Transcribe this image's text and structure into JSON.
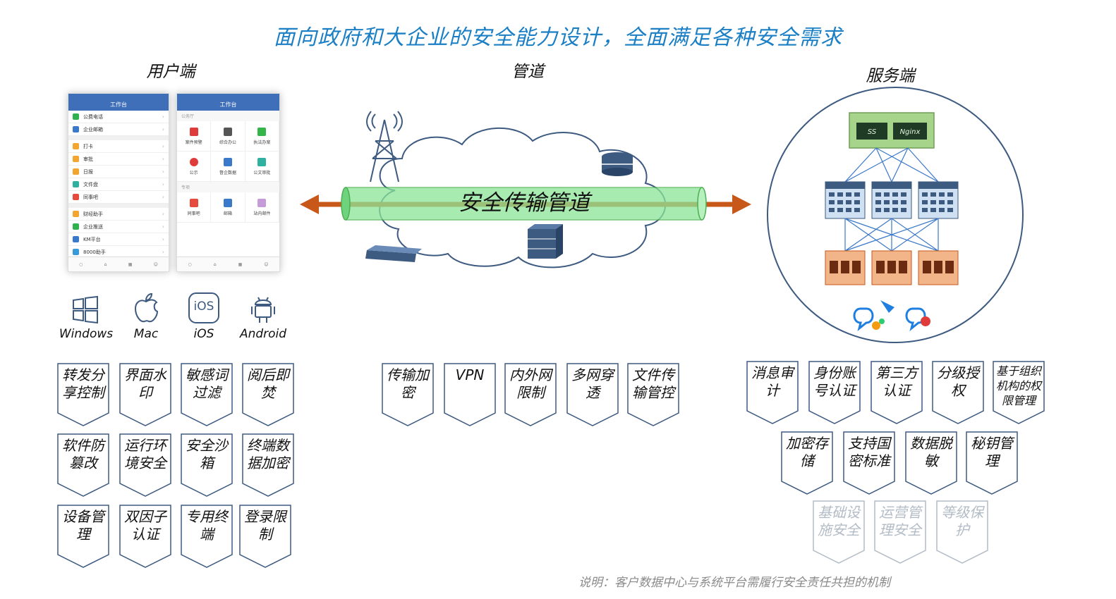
{
  "title": "面向政府和大企业的安全能力设计，全面满足各种安全需求",
  "sections": {
    "client": "用户端",
    "pipe": "管道",
    "server": "服务端"
  },
  "pipe_label": "安全传输管道",
  "phone_left": {
    "title": "工作台",
    "items": [
      "公费电话",
      "企业邮箱",
      "打卡",
      "审批",
      "日报",
      "文件盘",
      "同事吧",
      "财经助手",
      "企业推送",
      "KM平台",
      "8000助手"
    ]
  },
  "phone_right": {
    "title": "工作台",
    "section1": "公务厅",
    "cells1": [
      "案件预警",
      "综合办公",
      "执法办案",
      "公示",
      "督企数据",
      "公文审批"
    ],
    "section2": "专项",
    "cells2": [
      "同事吧",
      "邮箱",
      "站内邮件"
    ]
  },
  "os": [
    "Windows",
    "Mac",
    "iOS",
    "Android"
  ],
  "ios_badge": "iOS",
  "server_labels": {
    "lb1": "SS",
    "lb2": "Nginx"
  },
  "client_shields": [
    "转发分享控制",
    "界面水印",
    "敏感词过滤",
    "阅后即焚",
    "软件防篡改",
    "运行环境安全",
    "安全沙箱",
    "终端数据加密",
    "设备管理",
    "双因子认证",
    "专用终端",
    "登录限制"
  ],
  "pipe_shields": [
    "传输加密",
    "VPN",
    "内外网限制",
    "多网穿透",
    "文件传输管控"
  ],
  "server_shields_row1": [
    "消息审计",
    "身份账号认证",
    "第三方认证",
    "分级授权",
    "基于组织机构的权限管理"
  ],
  "server_shields_row2": [
    "加密存储",
    "支持国密标准",
    "数据脱敏",
    "秘钥管理"
  ],
  "server_shields_row3": [
    "基础设施安全",
    "运营管理安全",
    "等级保护"
  ],
  "note": "说明：客户数据中心与系统平台需履行安全责任共担的机制",
  "colors": {
    "title": "#1a7fc4",
    "shield_border": "#3d5a80",
    "arrow": "#c8581a",
    "pipe": "#7ee08a",
    "faded": "#b3bcc6"
  }
}
